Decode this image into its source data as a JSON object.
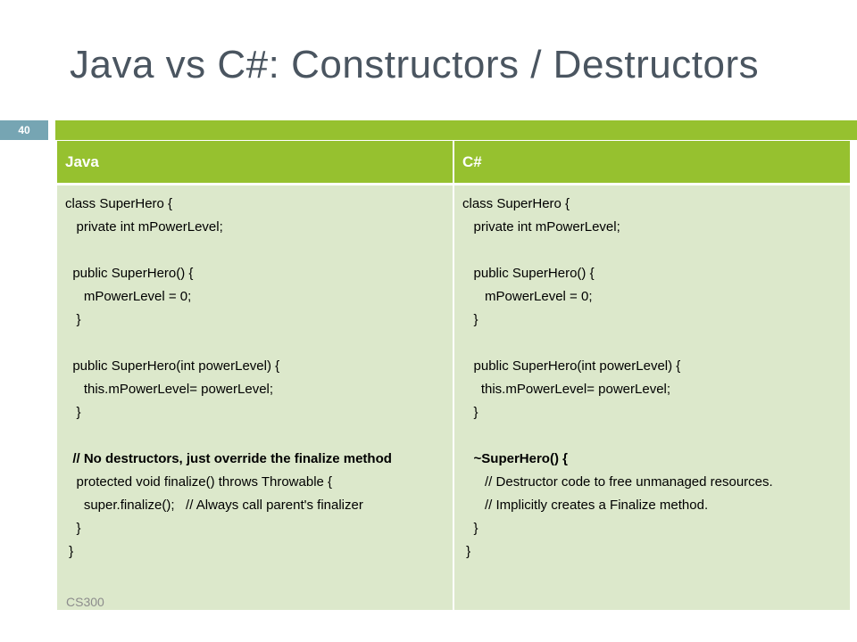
{
  "slide": {
    "title": "Java vs C#: Constructors / Destructors",
    "number": "40",
    "footer": "CS300"
  },
  "table": {
    "headers": [
      "Java",
      "C#"
    ],
    "java_lines": [
      "class SuperHero {",
      "   private int mPowerLevel;",
      "",
      "  public SuperHero() {",
      "     mPowerLevel = 0;",
      "   }",
      "",
      "  public SuperHero(int powerLevel) {",
      "     this.mPowerLevel= powerLevel;",
      "   }",
      "",
      "  // No destructors, just override the finalize method",
      "   protected void finalize() throws Throwable {",
      "     super.finalize();   // Always call parent's finalizer",
      "   }",
      " }"
    ],
    "csharp_lines": [
      "class SuperHero {",
      "   private int mPowerLevel;",
      "",
      "   public SuperHero() {",
      "      mPowerLevel = 0;",
      "   }",
      "",
      "   public SuperHero(int powerLevel) {",
      "     this.mPowerLevel= powerLevel;",
      "   }",
      "",
      "   ~SuperHero() {",
      "      // Destructor code to free unmanaged resources.",
      "      // Implicitly creates a Finalize method.",
      "   }",
      " }"
    ]
  },
  "colors": {
    "title": "#4a5560",
    "accent_green": "#96c12f",
    "cell_background": "#dce8cb",
    "slide_number_background": "#76a5b3"
  }
}
